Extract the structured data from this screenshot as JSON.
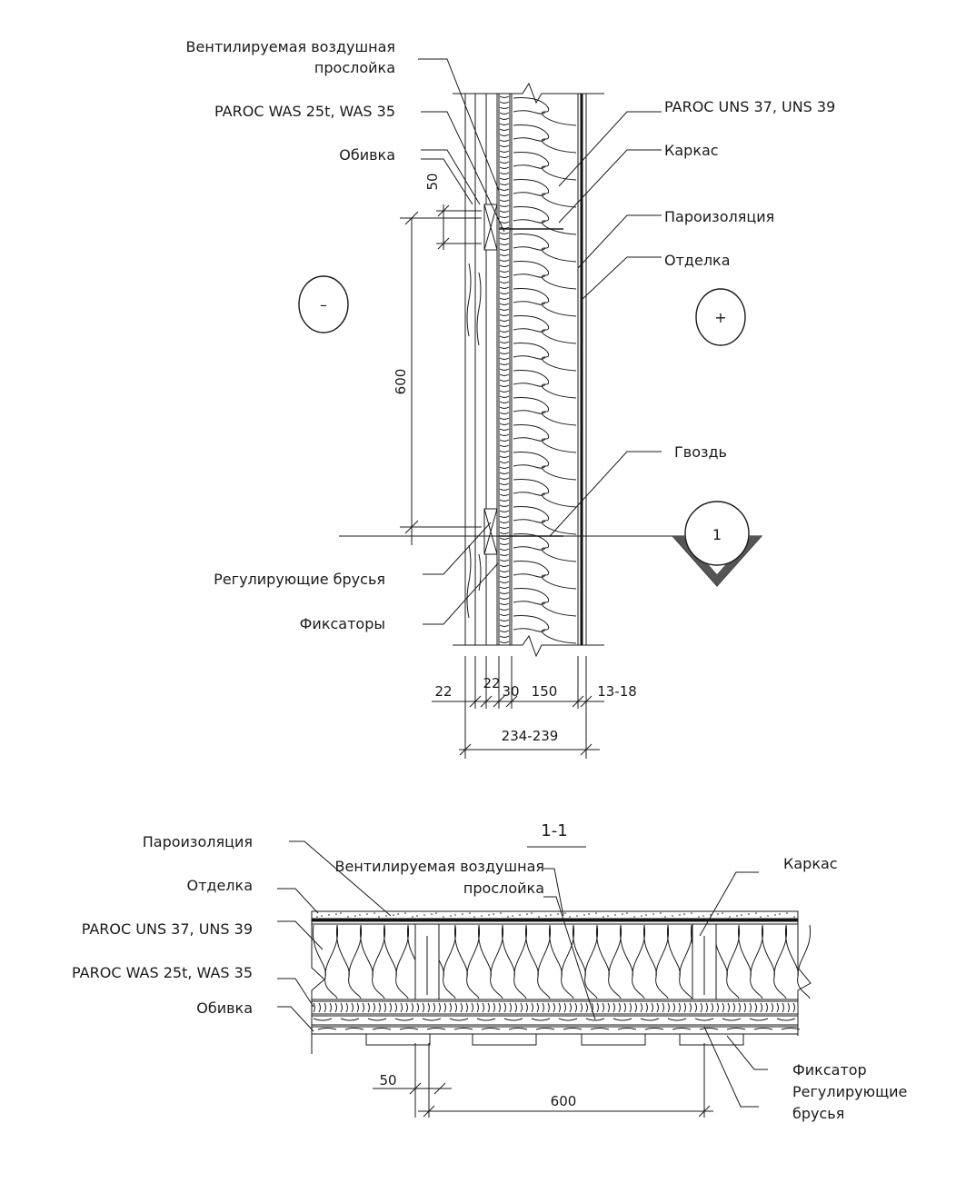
{
  "top_section": {
    "labels": {
      "vent_gap_line1": "Вентилируемая воздушная",
      "vent_gap_line2": "прослойка",
      "paroc_was": "PAROC WAS 25t, WAS 35",
      "obivka": "Обивка",
      "paroc_uns": "PAROC UNS 37, UNS 39",
      "karkas": "Каркас",
      "paroizolyatsiya": "Пароизоляция",
      "otdelka": "Отделка",
      "gvozd": "Гвоздь",
      "reguliruyushchie": "Регулирующие брусья",
      "fiksatory": "Фиксаторы"
    },
    "exterior_symbol": "–",
    "interior_symbol": "+",
    "section_marker": "1",
    "dimensions": {
      "d50": "50",
      "d600": "600",
      "d22a": "22",
      "d22b": "22",
      "d30": "30",
      "d150": "150",
      "d13_18": "13-18",
      "total": "234-239"
    }
  },
  "bottom_section": {
    "title": "1-1",
    "labels": {
      "paroizolyatsiya": "Пароизоляция",
      "vent_gap_line1": "Вентилируемая воздушная",
      "vent_gap_line2": "прослойка",
      "karkas": "Каркас",
      "otdelka": "Отделка",
      "paroc_uns": "PAROC UNS 37, UNS 39",
      "paroc_was": "PAROC WAS 25t, WAS 35",
      "obivka": "Обивка",
      "fiksator": "Фиксатор",
      "reguliruyushchie_line1": "Регулирующие",
      "reguliruyushchie_line2": "брусья"
    },
    "dimensions": {
      "d50": "50",
      "d600": "600"
    }
  }
}
